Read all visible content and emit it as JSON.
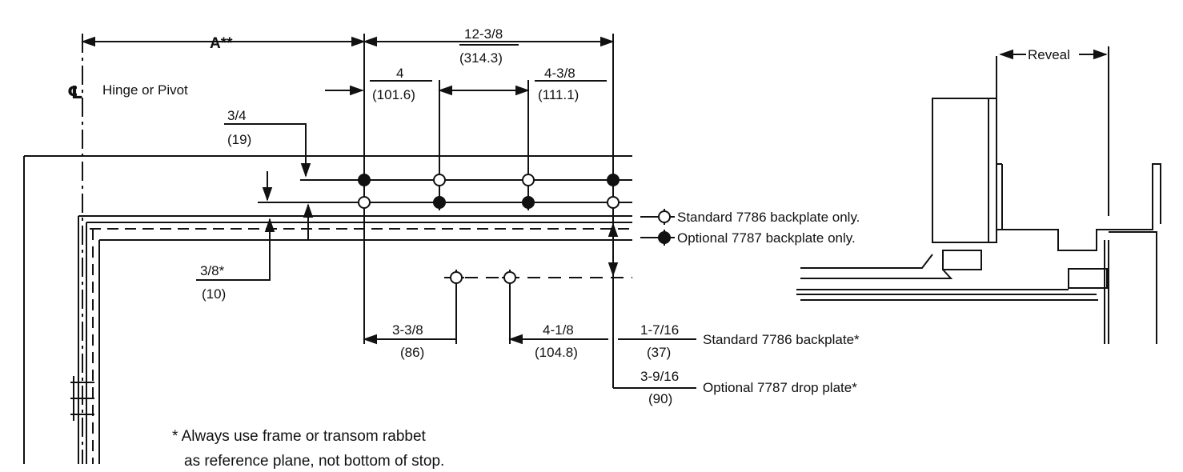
{
  "diagram": {
    "dim_a": "A**",
    "centerline_symbol": "℄",
    "centerline_label": "Hinge or Pivot",
    "dim_overall": {
      "fraction": "12-3/8",
      "metric": "(314.3)"
    },
    "dim_4": {
      "fraction": "4",
      "metric": "(101.6)"
    },
    "dim_4_3_8": {
      "fraction": "4-3/8",
      "metric": "(111.1)"
    },
    "dim_3_4": {
      "fraction": "3/4",
      "metric": "(19)"
    },
    "dim_3_8": {
      "fraction": "3/8*",
      "metric": "(10)"
    },
    "dim_3_3_8": {
      "fraction": "3-3/8",
      "metric": "(86)"
    },
    "dim_4_1_8": {
      "fraction": "4-1/8",
      "metric": "(104.8)"
    },
    "dim_1_7_16": {
      "fraction": "1-7/16",
      "metric": "(37)"
    },
    "dim_3_9_16": {
      "fraction": "3-9/16",
      "metric": "(90)"
    },
    "legend": {
      "standard": "Standard 7786 backplate only.",
      "optional": "Optional 7787 backplate only."
    },
    "label_standard_backplate": "Standard 7786 backplate*",
    "label_optional_drop_plate": "Optional 7787 drop plate*",
    "footnote_line1": "* Always use frame or transom rabbet",
    "footnote_line2": "as reference plane, not bottom of stop.",
    "reveal_label": "Reveal"
  }
}
